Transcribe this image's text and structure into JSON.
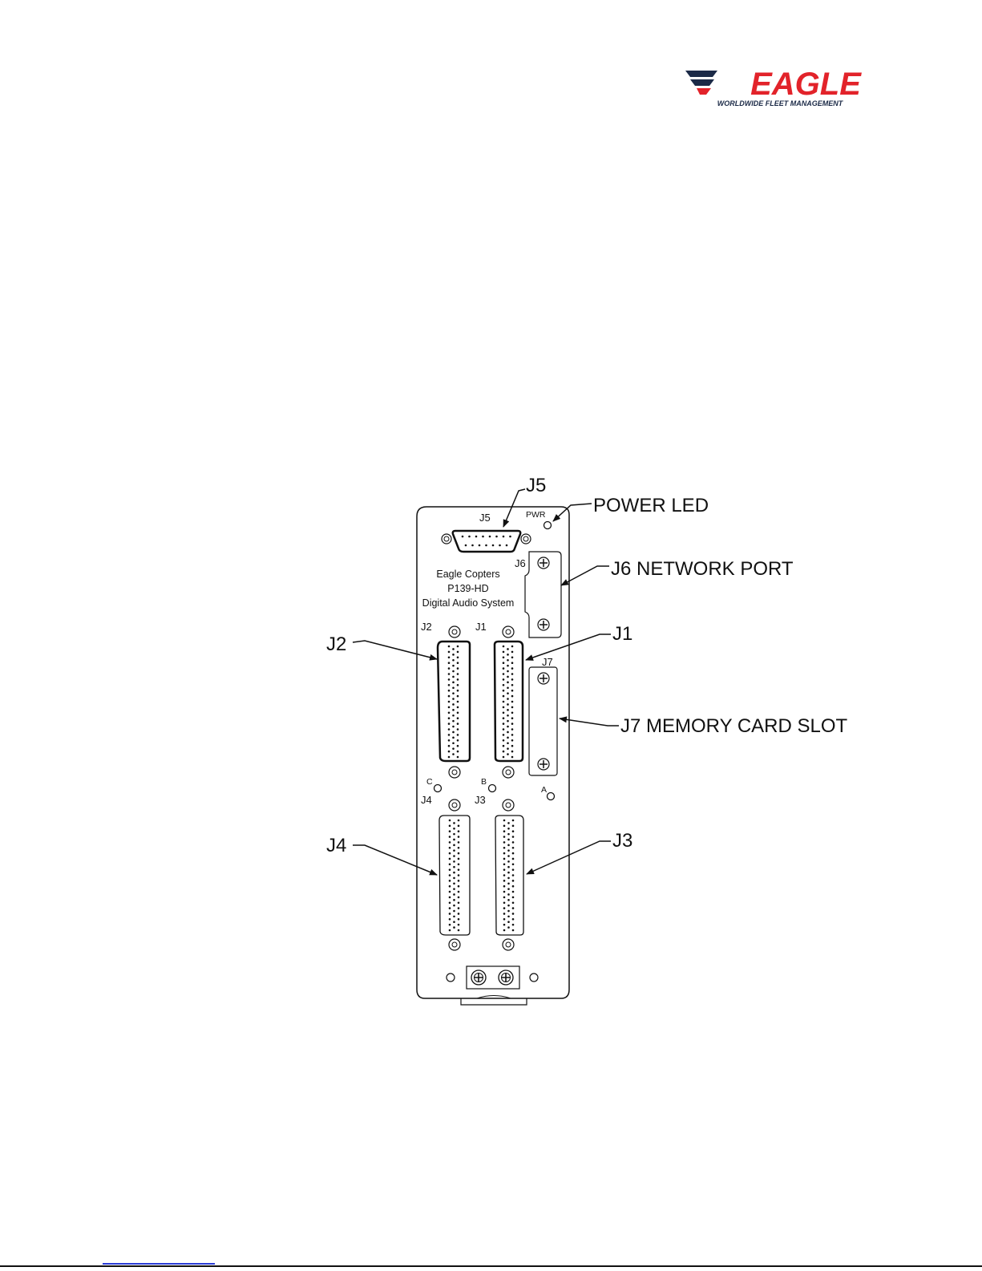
{
  "brand": {
    "name": "EAGLE",
    "tagline": "WORLDWIDE FLEET MANAGEMENT",
    "colors": {
      "red": "#e2232a",
      "navy": "#1b2a47"
    }
  },
  "panel": {
    "text_lines": [
      "Eagle Copters",
      "P139-HD",
      "Digital Audio System"
    ],
    "connector_labels": {
      "j1": "J1",
      "j2": "J2",
      "j3": "J3",
      "j4": "J4",
      "j5": "J5",
      "j6": "J6",
      "j7": "J7"
    },
    "led_labels": {
      "pwr": "PWR",
      "a": "A",
      "b": "B",
      "c": "C"
    }
  },
  "callouts": {
    "j5": "J5",
    "power_led": "POWER LED",
    "j6": "J6 NETWORK PORT",
    "j2": "J2",
    "j1": "J1",
    "j7": "J7 MEMORY CARD SLOT",
    "j4": "J4",
    "j3": "J3"
  },
  "colors": {
    "line": "#111111",
    "link": "#2a3bd6"
  }
}
